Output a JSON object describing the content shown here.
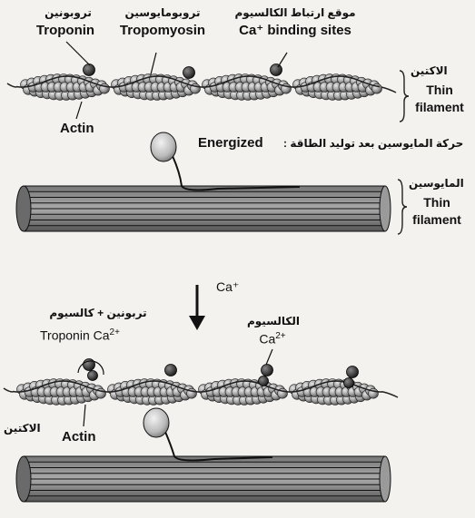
{
  "top": {
    "troponin_ar": "تروبونين",
    "troponin_en": "Troponin",
    "tropomyosin_ar": "تروبومايوسين",
    "tropomyosin_en": "Tropomyosin",
    "binding_ar": "موقع ارتباط الكالسيوم",
    "binding_en": "Ca⁺ binding sites",
    "actin_en": "Actin",
    "actin_side_ar": "الاكتين",
    "thin1": "Thin",
    "filament1": "filament",
    "energized_en": "Energized",
    "energized_ar": "حركة المايوسين بعد توليد الطاقة :",
    "myosin_side_ar": "المايوسين",
    "thin2": "Thin",
    "filament2": "filament"
  },
  "bottom": {
    "ca_arrow_label": "Ca⁺",
    "troponin_ca_ar": "تربونين + كالسيوم",
    "troponin_ca_en": "Troponin Ca",
    "troponin_ca_sup": "2+",
    "calcium_ar": "الكالسيوم",
    "calcium_en": "Ca",
    "calcium_sup": "2+",
    "actin_side_ar": "الاكتين",
    "actin_en": "Actin"
  }
}
